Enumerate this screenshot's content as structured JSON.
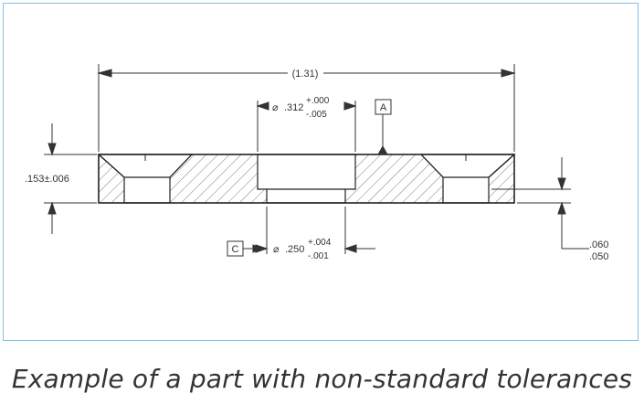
{
  "drawing": {
    "overall_length": "(1.31)",
    "bore_diameter": {
      "symbol": "⌀",
      "value": ".312",
      "upper_tol": "+.000",
      "lower_tol": "-.005"
    },
    "through_diameter": {
      "symbol": "⌀",
      "value": ".250",
      "upper_tol": "+.004",
      "lower_tol": "-.001"
    },
    "thickness": ".153±.006",
    "counterbore_depth": {
      "max": ".060",
      "min": ".050"
    },
    "datum_a": "A",
    "datum_c": "C"
  },
  "caption": "Example of a part with non-standard tolerances"
}
